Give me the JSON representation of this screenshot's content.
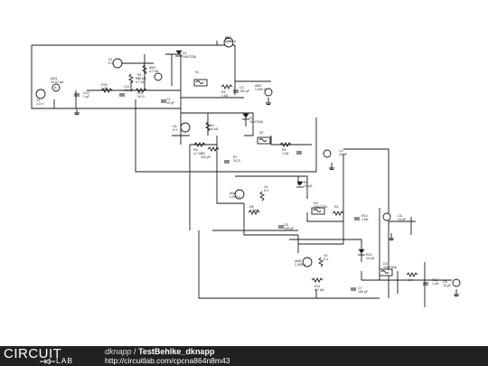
{
  "footer": {
    "logo_top": "CIRCUIT",
    "logo_bottom": "LAB",
    "user": "dknapp",
    "separator": "/",
    "project": "TestBehlke_dknapp",
    "url": "http://circuitlab.com/cpcna864n8m43"
  },
  "schematic": {
    "label_rows": [
      [
        "V1",
        "3.3 V"
      ],
      [
        "AM1",
        "10.01 µA"
      ],
      [
        "C10",
        "1 µF"
      ],
      [
        "R20",
        "1 kΩ"
      ],
      [
        "C11",
        "100 pF"
      ],
      [
        "R21",
        "10 Ω"
      ],
      [
        "C1",
        "10 pF"
      ],
      [
        "V2",
        "5 V"
      ],
      [
        "R1",
        "10 kΩ"
      ],
      [
        "R2",
        "4.7 kΩ"
      ],
      [
        "AM2",
        "4.7 kΩ"
      ],
      [
        "D1",
        "1N4733A"
      ],
      [
        "S1",
        ""
      ],
      [
        "R3",
        "1 kΩ"
      ],
      [
        "C2",
        "100 pF"
      ],
      [
        "AM3",
        "1.000 V"
      ],
      [
        "V3",
        "5 V"
      ],
      [
        "R4",
        "10 kΩ"
      ],
      [
        "R5",
        "4.7 kΩ"
      ],
      [
        "D2",
        "1N4733A"
      ],
      [
        "S2",
        ""
      ],
      [
        "R6",
        "1 kΩ"
      ],
      [
        "C3",
        "100 pF"
      ],
      [
        "R7",
        "10 Ω"
      ],
      [
        "C4",
        "10 pF"
      ],
      [
        "AM4",
        "1.000 V"
      ],
      [
        "V4",
        "5 V"
      ],
      [
        "R8",
        "4.7 kΩ"
      ],
      [
        "R9",
        "10 kΩ"
      ],
      [
        "D3",
        "1N4733A"
      ],
      [
        "S3",
        ""
      ],
      [
        "R10",
        "1 kΩ"
      ],
      [
        "C5",
        "100 pF"
      ],
      [
        "C6",
        "10 pF"
      ],
      [
        "AM5",
        "1.000 V"
      ],
      [
        "V5",
        "5 V"
      ],
      [
        "R11",
        "4.7 kΩ"
      ],
      [
        "R12",
        "10 kΩ"
      ],
      [
        "D4",
        "1N4733A"
      ],
      [
        "S4",
        ""
      ],
      [
        "R13",
        "1 kΩ"
      ],
      [
        "C7",
        "100 pF"
      ],
      [
        "C8",
        "10 pF"
      ],
      [
        "AM6",
        "1.000 V"
      ],
      [
        "V6",
        "12 V"
      ]
    ]
  }
}
